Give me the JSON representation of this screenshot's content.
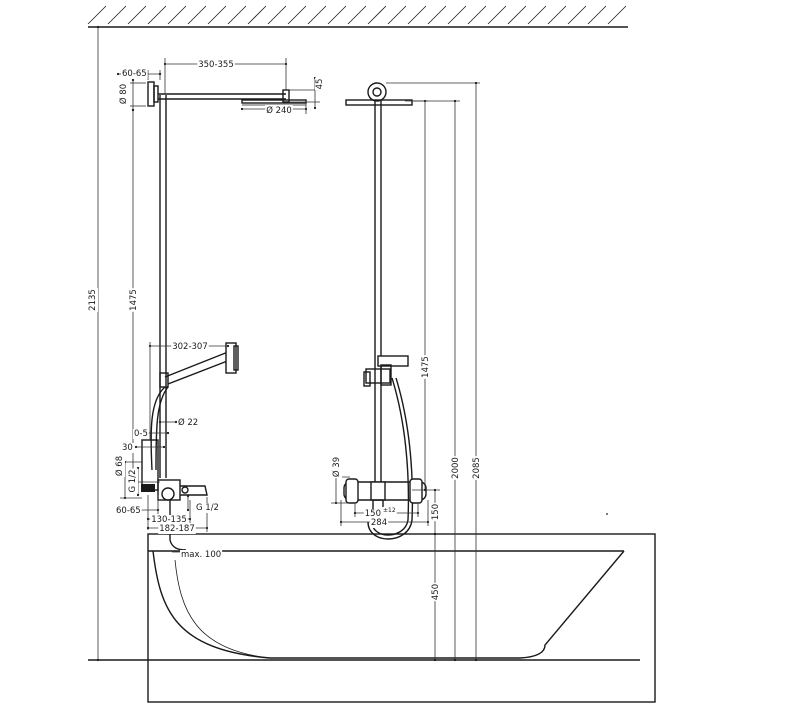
{
  "dimensions": {
    "rail_offset_top": "60-65",
    "arm_length": "350-355",
    "head_thickness": "45",
    "wall_rose_diameter": "Ø 80",
    "head_diameter": "Ø 240",
    "total_height_wall": "2135",
    "rail_length_side": "1475",
    "handshower_reach": "302-307",
    "rail_diameter": "Ø 22",
    "wall_gap": "0-5",
    "bracket_offset": "30",
    "escutcheon_diameter": "Ø 68",
    "inlet_thread_left": "G 1/2",
    "inlet_thread_right": "G 1/2",
    "rail_offset_bottom": "60-65",
    "spout_projection": "130-135",
    "mixer_projection": "182-187",
    "overflow_max": "max. 100",
    "knob_diameter": "Ø 39",
    "inlet_centres": "150",
    "inlet_tolerance": "±12",
    "mixer_width": "284",
    "rail_length_front": "1475",
    "mixer_above_tub": "150",
    "tub_height": "450",
    "head_height": "2000",
    "total_height_front": "2085"
  }
}
